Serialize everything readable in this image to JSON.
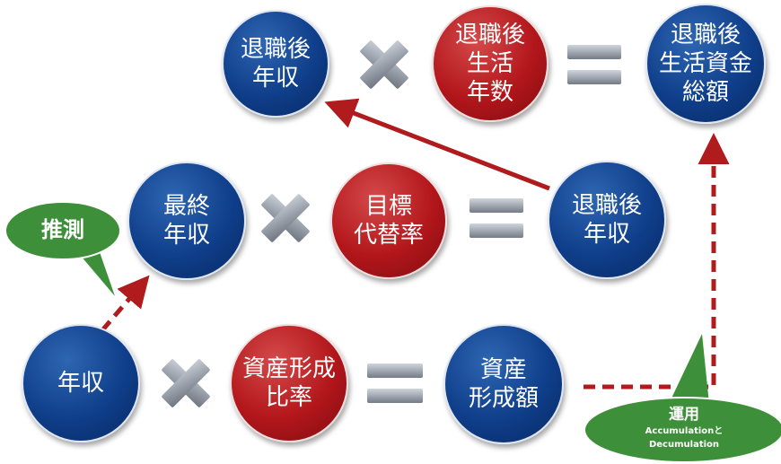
{
  "nodes": {
    "top_retire_income": "退職後\n年収",
    "top_retire_years": "退職後\n生活\n年数",
    "top_total_funds": "退職後\n生活資金\n総額",
    "mid_final_income": "最終\n年収",
    "mid_replacement_rate": "目標\n代替率",
    "mid_retire_income": "退職後\n年収",
    "bot_income": "年収",
    "bot_saving_rate": "資産形成\n比率",
    "bot_asset_amount": "資産\n形成額"
  },
  "callouts": {
    "estimate": "推測",
    "investment_title": "運用",
    "investment_sub1": "Accumulationと",
    "investment_sub2": "Decumulation"
  },
  "colors": {
    "blue": "#0f3e8a",
    "red": "#b2161b",
    "arrow_red": "#b01b1e",
    "callout_green": "#3e8f3a",
    "operator_gray": "#9aa1ab"
  }
}
